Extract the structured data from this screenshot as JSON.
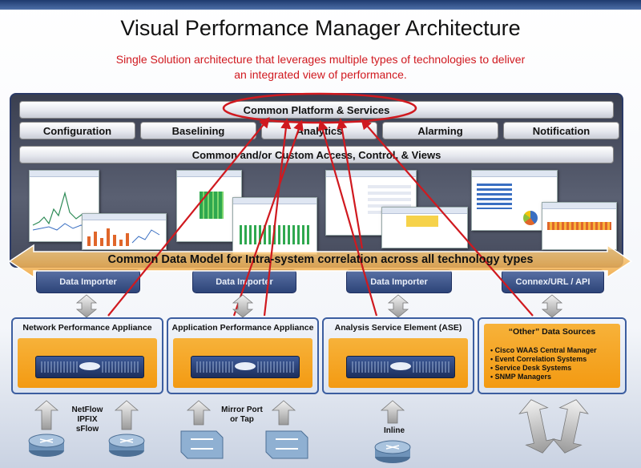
{
  "title": "Visual Performance Manager Architecture",
  "subtitle_line1": "Single Solution architecture that leverages multiple types of technologies to deliver",
  "subtitle_line2": "an integrated view of performance.",
  "platform": {
    "services_label": "Common Platform & Services",
    "modules": [
      "Configuration",
      "Baselining",
      "Analytics",
      "Alarming",
      "Notification"
    ],
    "access_label": "Common and/or Custom Access, Control, & Views"
  },
  "data_model_label": "Common Data Model for Intra-system correlation across all technology types",
  "importers": [
    "Data Importer",
    "Data Importer",
    "Data Importer",
    "Connex/URL / API"
  ],
  "sources": [
    {
      "name": "Network Performance Appliance"
    },
    {
      "name": "Application Performance Appliance"
    },
    {
      "name": "Analysis Service Element (ASE)"
    }
  ],
  "other_sources": {
    "title": "“Other” Data Sources",
    "items": [
      "Cisco WAAS Central Manager",
      "Event Correlation Systems",
      "Service Desk Systems",
      "SNMP Managers"
    ]
  },
  "inputs": {
    "netflow": [
      "NetFlow",
      "IPFIX",
      "sFlow"
    ],
    "mirror": [
      "Mirror Port",
      "or Tap"
    ],
    "inline": "Inline"
  },
  "colors": {
    "accent_red": "#d0191f",
    "appliance_orange": "#f39a12",
    "panel_dark": "#4a5062",
    "importer_blue": "#2d4478"
  }
}
